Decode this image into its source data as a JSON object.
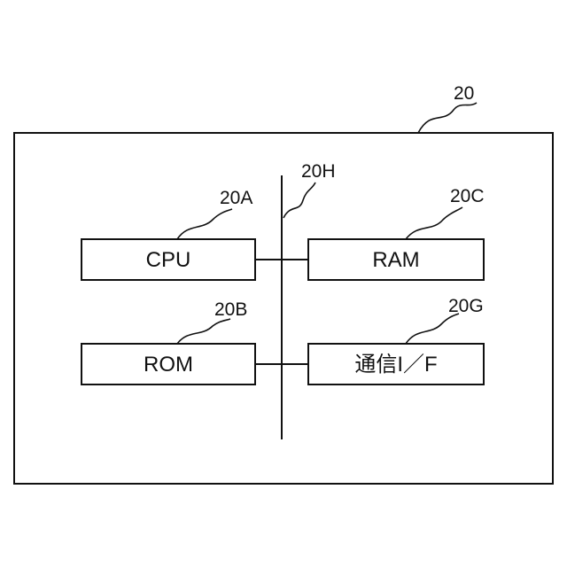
{
  "labels": {
    "device_ref": "20",
    "bus_ref": "20H",
    "cpu_ref": "20A",
    "rom_ref": "20B",
    "ram_ref": "20C",
    "comm_ref": "20G"
  },
  "blocks": {
    "cpu": "CPU",
    "rom": "ROM",
    "ram": "RAM",
    "comm_if": "通信I／F"
  }
}
